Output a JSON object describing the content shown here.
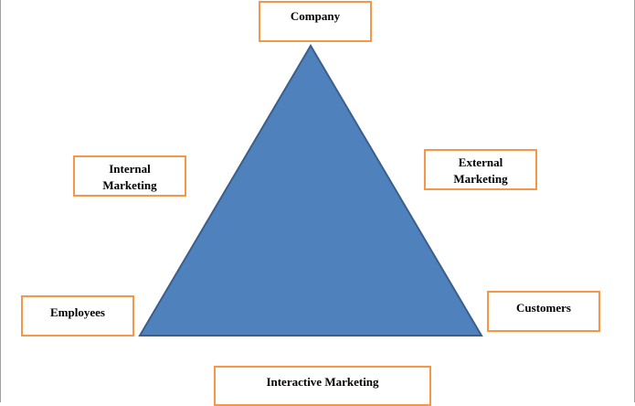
{
  "diagram": {
    "triangle_color": "#4f81bd",
    "triangle_stroke": "#3a5f8c",
    "box_border_color": "#f79646",
    "labels": {
      "company": "Company",
      "external_marketing": [
        "External",
        "Marketing"
      ],
      "internal_marketing": [
        "Internal",
        "Marketing"
      ],
      "employees": "Employees",
      "customers": "Customers",
      "interactive_marketing": "Interactive Marketing"
    }
  }
}
